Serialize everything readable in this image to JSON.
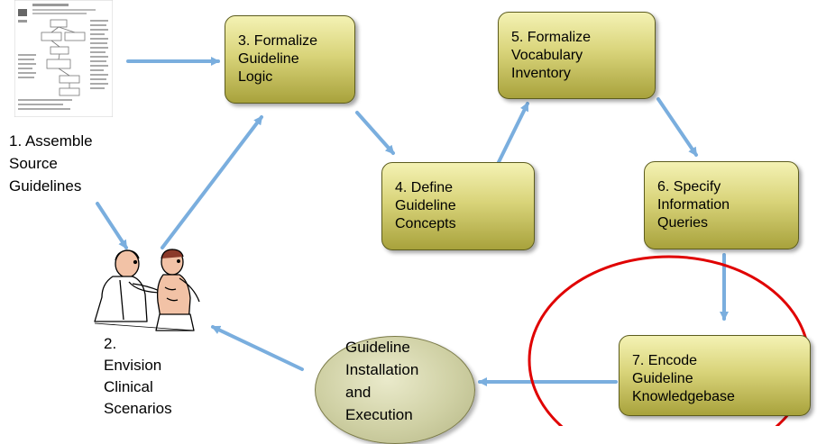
{
  "diagram": {
    "title_fragment": "p",
    "source": {
      "lines": [
        "1. Assemble",
        "Source",
        "Guidelines"
      ]
    },
    "scenarios": {
      "lines": [
        "2.",
        "Envision",
        "Clinical",
        "Scenarios"
      ]
    },
    "steps": [
      {
        "id": "step3",
        "lines": [
          "3. Formalize",
          "Guideline",
          "Logic"
        ]
      },
      {
        "id": "step4",
        "lines": [
          "4. Define",
          "Guideline",
          "Concepts"
        ]
      },
      {
        "id": "step5",
        "lines": [
          "5. Formalize",
          "Vocabulary",
          "Inventory"
        ]
      },
      {
        "id": "step6",
        "lines": [
          "6. Specify",
          "Information",
          "Queries"
        ]
      },
      {
        "id": "step7",
        "lines": [
          "7. Encode",
          "Guideline",
          "Knowledgebase"
        ]
      }
    ],
    "installation": {
      "lines": [
        "Guideline",
        "Installation",
        "and",
        "Execution"
      ]
    },
    "colors": {
      "arrow": "#7aaede",
      "highlight_ring": "#e00000",
      "box_fill": "#d9d47a",
      "oval_fill": "#cfd0a4"
    },
    "icons": [
      "document-thumbnail-icon",
      "doctor-examining-patient-icon"
    ]
  }
}
